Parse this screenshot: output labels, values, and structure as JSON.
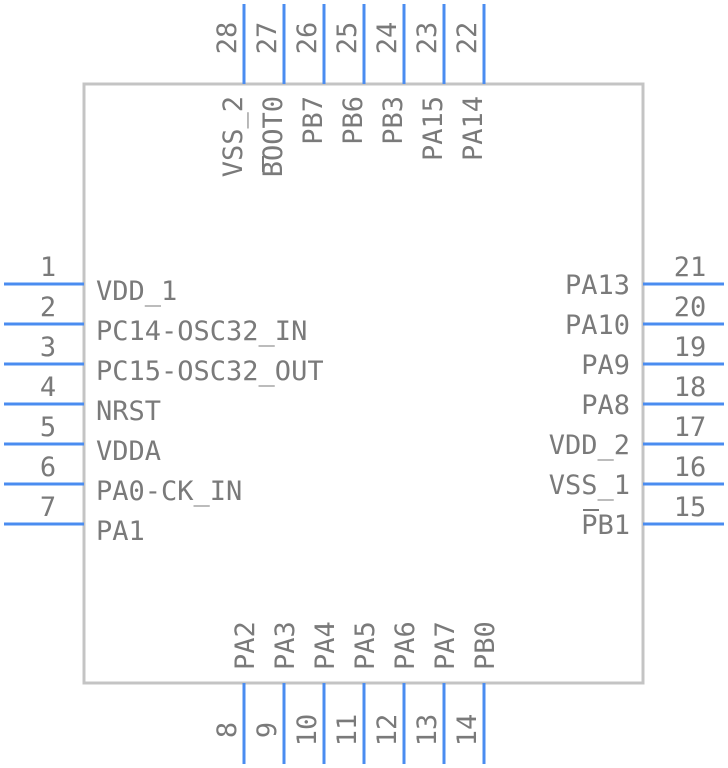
{
  "component": {
    "pins_left": [
      {
        "num": "1",
        "name": "VDD_1"
      },
      {
        "num": "2",
        "name": "PC14-OSC32_IN"
      },
      {
        "num": "3",
        "name": "PC15-OSC32_OUT"
      },
      {
        "num": "4",
        "name": "NRST"
      },
      {
        "num": "5",
        "name": "VDDA"
      },
      {
        "num": "6",
        "name": "PA0-CK_IN"
      },
      {
        "num": "7",
        "name": "PA1"
      }
    ],
    "pins_bottom": [
      {
        "num": "8",
        "name": "PA2"
      },
      {
        "num": "9",
        "name": "PA3"
      },
      {
        "num": "10",
        "name": "PA4"
      },
      {
        "num": "11",
        "name": "PA5"
      },
      {
        "num": "12",
        "name": "PA6"
      },
      {
        "num": "13",
        "name": "PA7"
      },
      {
        "num": "14",
        "name": "PB0"
      }
    ],
    "pins_right": [
      {
        "num": "15",
        "name": "PB1"
      },
      {
        "num": "16",
        "name": "VSS_1"
      },
      {
        "num": "17",
        "name": "VDD_2"
      },
      {
        "num": "18",
        "name": "PA8"
      },
      {
        "num": "19",
        "name": "PA9"
      },
      {
        "num": "20",
        "name": "PA10"
      },
      {
        "num": "21",
        "name": "PA13"
      }
    ],
    "pins_top": [
      {
        "num": "22",
        "name": "PA14"
      },
      {
        "num": "23",
        "name": "PA15"
      },
      {
        "num": "24",
        "name": "PB3"
      },
      {
        "num": "25",
        "name": "PB6"
      },
      {
        "num": "26",
        "name": "PB7"
      },
      {
        "num": "27",
        "name": "BOOT0"
      },
      {
        "num": "28",
        "name": "VSS_2"
      }
    ]
  },
  "colors": {
    "pin": "#4a8cf0",
    "body_outline": "#c4c4c4",
    "text": "#7a7a7a"
  }
}
